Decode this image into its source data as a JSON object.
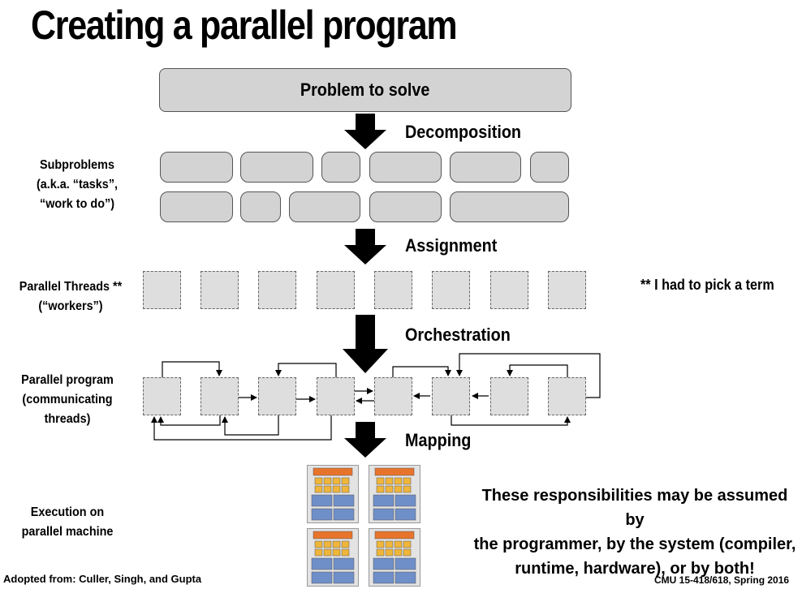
{
  "title": "Creating a parallel program",
  "problem": "Problem to solve",
  "steps": {
    "decomposition": "Decomposition",
    "assignment": "Assignment",
    "orchestration": "Orchestration",
    "mapping": "Mapping"
  },
  "labels": {
    "subproblems": [
      "Subproblems",
      "(a.k.a. “tasks”,",
      "“work to do”)"
    ],
    "threads": [
      "Parallel Threads **",
      "(“workers”)"
    ],
    "program": [
      "Parallel program",
      "(communicating",
      "threads)"
    ],
    "execution": [
      "Execution on",
      "parallel machine"
    ]
  },
  "note": "** I had to pick a term",
  "responsibility": [
    "These responsibilities may be assumed by",
    "the programmer, by the system (compiler,",
    "runtime, hardware), or by both!"
  ],
  "footer_left": "Adopted from: Culler, Singh, and Gupta",
  "footer_right": "CMU 15-418/618, Spring 2016",
  "colors": {
    "box_fill": "#d3d3d3",
    "chip_orange": "#e8742b",
    "chip_yellow": "#f0b63a",
    "chip_blue": "#6f8fc9"
  }
}
